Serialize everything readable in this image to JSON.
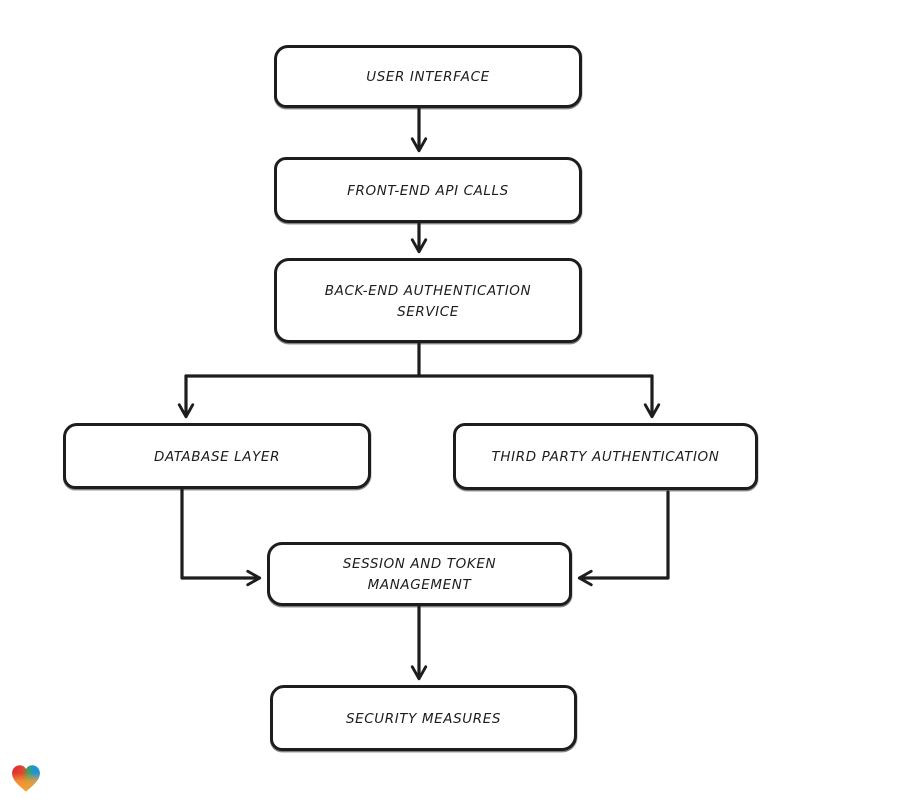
{
  "canvas": {
    "background": "#ffffff"
  },
  "diagram": {
    "style": {
      "stroke_color": "#1d1d1d",
      "node_fill": "#ffffff",
      "text_color": "#1d1d1d"
    },
    "nodes": [
      {
        "id": "user-interface",
        "label": "USER INTERFACE"
      },
      {
        "id": "front-end-api-calls",
        "label": "FRONT-END API CALLS"
      },
      {
        "id": "back-end-authentication-service",
        "label": "BACK-END AUTHENTICATION SERVICE"
      },
      {
        "id": "database-layer",
        "label": "DATABASE LAYER"
      },
      {
        "id": "third-party-authentication",
        "label": "THIRD PARTY AUTHENTICATION"
      },
      {
        "id": "session-and-token-management",
        "label": "SESSION AND TOKEN MANAGEMENT"
      },
      {
        "id": "security-measures",
        "label": "SECURITY MEASURES"
      }
    ],
    "edges": [
      {
        "from": "user-interface",
        "to": "front-end-api-calls"
      },
      {
        "from": "front-end-api-calls",
        "to": "back-end-authentication-service"
      },
      {
        "from": "back-end-authentication-service",
        "to": "database-layer"
      },
      {
        "from": "back-end-authentication-service",
        "to": "third-party-authentication"
      },
      {
        "from": "database-layer",
        "to": "session-and-token-management"
      },
      {
        "from": "third-party-authentication",
        "to": "session-and-token-management"
      },
      {
        "from": "session-and-token-management",
        "to": "security-measures"
      }
    ]
  },
  "branding": {
    "logo": "gradient-heart",
    "colors": {
      "red": "#e42a34",
      "green": "#3aa45c",
      "blue": "#2093d4",
      "orange": "#f79d33"
    }
  }
}
